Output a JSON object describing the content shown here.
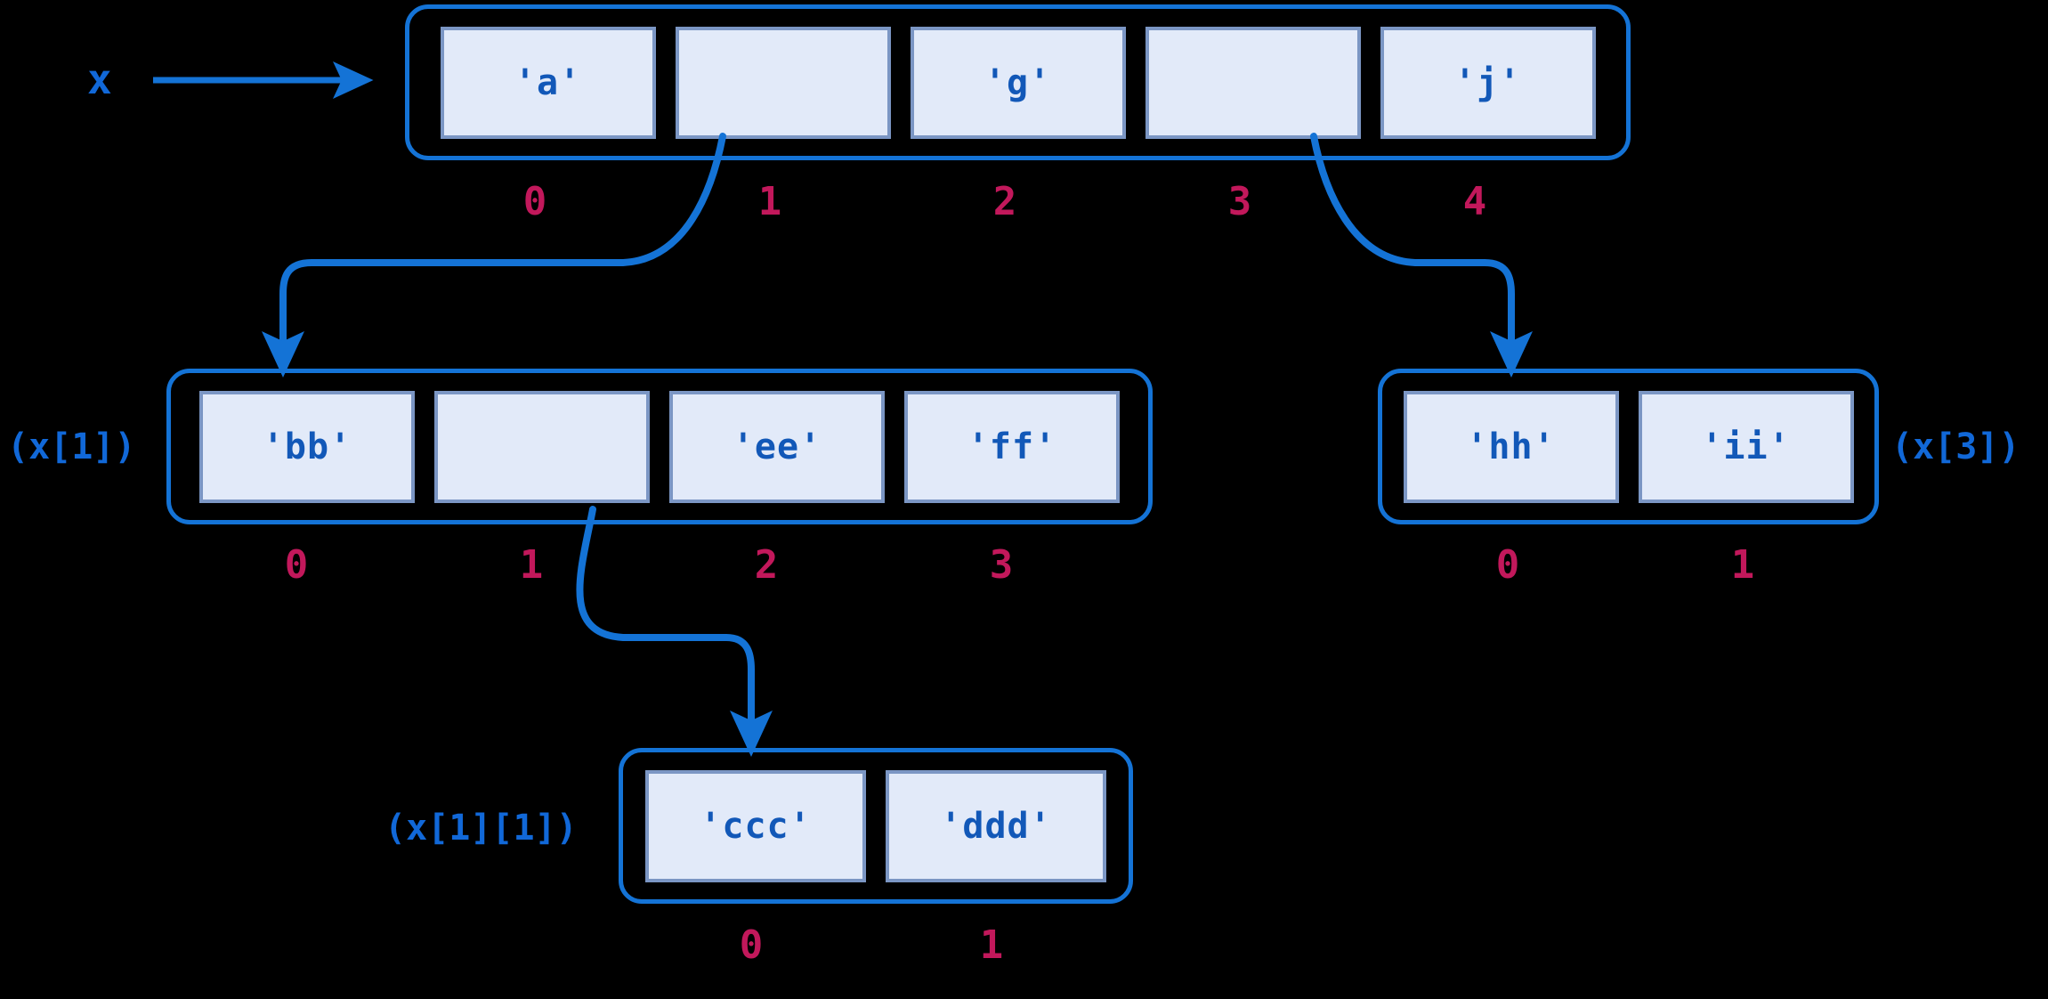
{
  "diagram": {
    "title": "Nested list reference diagram",
    "colors": {
      "background": "#000000",
      "arrow": "#1473d6",
      "container_border": "#1473d6",
      "cell_fill": "#e2eaf9",
      "cell_border": "#7b96c4",
      "value_text": "#1258b8",
      "index_text": "#c2185b",
      "label_text": "#1168d8"
    },
    "root_pointer": {
      "label": "x",
      "arrow": "arrow-right-icon"
    },
    "arrays": [
      {
        "id": "top",
        "name": "x",
        "side_label": "",
        "cells": [
          {
            "value": "'a'",
            "index": "0",
            "is_reference": false
          },
          {
            "value": "",
            "index": "1",
            "is_reference": true
          },
          {
            "value": "'g'",
            "index": "2",
            "is_reference": false
          },
          {
            "value": "",
            "index": "3",
            "is_reference": true
          },
          {
            "value": "'j'",
            "index": "4",
            "is_reference": false
          }
        ]
      },
      {
        "id": "middle-left",
        "name": "x[1]",
        "side_label": "(x[1])",
        "side_label_position": "left",
        "cells": [
          {
            "value": "'bb'",
            "index": "0",
            "is_reference": false
          },
          {
            "value": "",
            "index": "1",
            "is_reference": true
          },
          {
            "value": "'ee'",
            "index": "2",
            "is_reference": false
          },
          {
            "value": "'ff'",
            "index": "3",
            "is_reference": false
          }
        ]
      },
      {
        "id": "middle-right",
        "name": "x[3]",
        "side_label": "(x[3])",
        "side_label_position": "right",
        "cells": [
          {
            "value": "'hh'",
            "index": "0",
            "is_reference": false
          },
          {
            "value": "'ii'",
            "index": "1",
            "is_reference": false
          }
        ]
      },
      {
        "id": "bottom",
        "name": "x[1][1]",
        "side_label": "(x[1][1])",
        "side_label_position": "left",
        "cells": [
          {
            "value": "'ccc'",
            "index": "0",
            "is_reference": false
          },
          {
            "value": "'ddd'",
            "index": "1",
            "is_reference": false
          }
        ]
      }
    ],
    "arrows": [
      {
        "name": "x-to-top-array",
        "from": "x",
        "to": "top"
      },
      {
        "name": "top-1-to-middle-left",
        "from": "x[1]",
        "to": "middle-left"
      },
      {
        "name": "top-3-to-middle-right",
        "from": "x[3]",
        "to": "middle-right"
      },
      {
        "name": "middle-left-1-to-bottom",
        "from": "x[1][1]",
        "to": "bottom"
      }
    ]
  }
}
